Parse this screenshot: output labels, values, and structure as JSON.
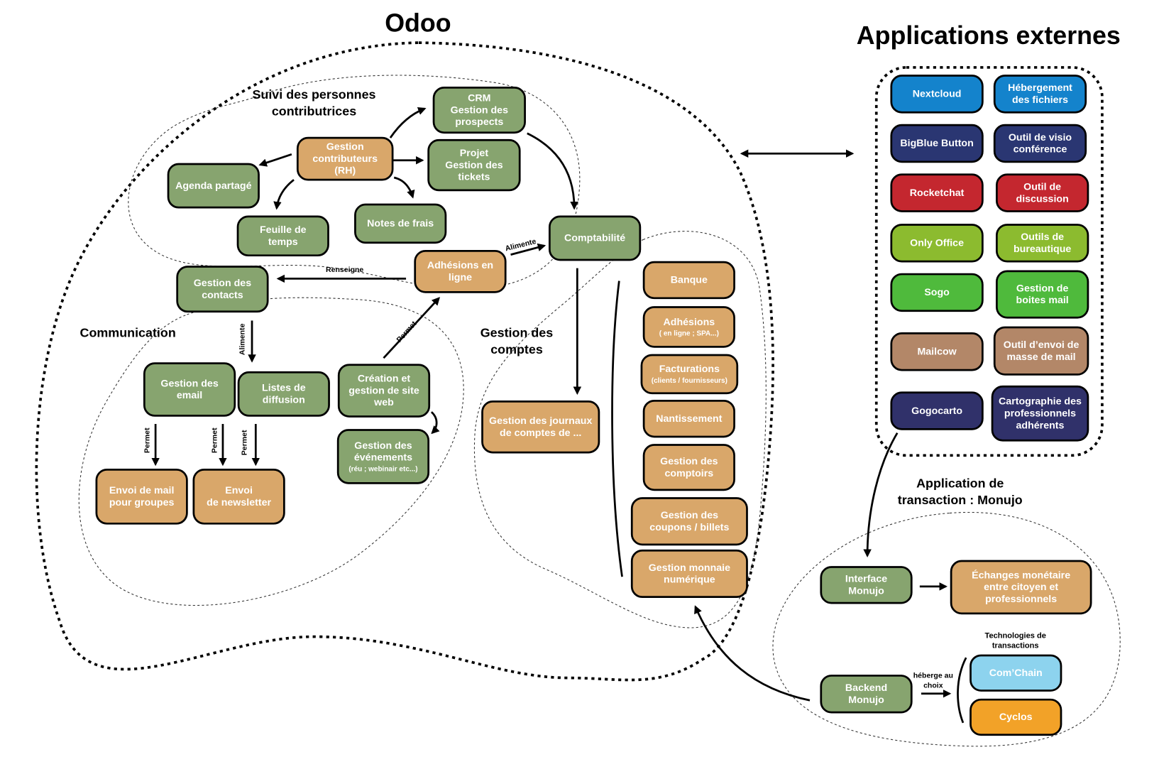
{
  "titles": {
    "odoo": "Odoo",
    "external": "Applications externes",
    "monujo": [
      "Application de",
      "transaction : Monujo"
    ]
  },
  "sections": {
    "suivi": [
      "Suivi des personnes",
      "contributrices"
    ],
    "communication": [
      "Communication"
    ],
    "comptes": [
      "Gestion des",
      "comptes"
    ],
    "technologies": [
      "Technologies de",
      "transactions"
    ]
  },
  "colors": {
    "green": "#87a46f",
    "orange": "#d9a76a",
    "blue": "#1483cc",
    "navy": "#2a3672",
    "red": "#c4272f",
    "lime": "#8cbb2f",
    "bright_green": "#4fba3c",
    "brown": "#b38768",
    "indigo": "#30316a",
    "sky": "#8dd3ee",
    "amber": "#f2a228"
  },
  "nodes": [
    {
      "id": "crm",
      "lines": [
        "CRM",
        "Gestion des",
        "prospects"
      ],
      "color": "green"
    },
    {
      "id": "gestion-contributeurs",
      "lines": [
        "Gestion",
        "contributeurs",
        "(RH)"
      ],
      "color": "orange"
    },
    {
      "id": "projet",
      "lines": [
        "Projet",
        "Gestion des",
        "tickets"
      ],
      "color": "green"
    },
    {
      "id": "agenda",
      "lines": [
        "Agenda partagé"
      ],
      "color": "green"
    },
    {
      "id": "feuille-temps",
      "lines": [
        "Feuille de",
        "temps"
      ],
      "color": "green"
    },
    {
      "id": "notes-frais",
      "lines": [
        "Notes de frais"
      ],
      "color": "green"
    },
    {
      "id": "comptabilite",
      "lines": [
        "Comptabilité"
      ],
      "color": "green"
    },
    {
      "id": "adhesions-ligne",
      "lines": [
        "Adhésions en",
        "ligne"
      ],
      "color": "orange"
    },
    {
      "id": "gestion-contacts",
      "lines": [
        "Gestion des",
        "contacts"
      ],
      "color": "green"
    },
    {
      "id": "gestion-email",
      "lines": [
        "Gestion des",
        "email"
      ],
      "color": "green"
    },
    {
      "id": "listes-diffusion",
      "lines": [
        "Listes de",
        "diffusion"
      ],
      "color": "green"
    },
    {
      "id": "site-web",
      "lines": [
        "Création et",
        "gestion de site",
        "web"
      ],
      "color": "green"
    },
    {
      "id": "evenements",
      "lines": [
        "Gestion des",
        "événements"
      ],
      "sub": "(réu ; webinair etc...)",
      "color": "green"
    },
    {
      "id": "envoi-mail",
      "lines": [
        "Envoi de mail",
        "pour groupes"
      ],
      "color": "orange"
    },
    {
      "id": "newsletter",
      "lines": [
        "Envoi",
        "de newsletter"
      ],
      "color": "orange"
    },
    {
      "id": "journaux",
      "lines": [
        "Gestion des journaux",
        "de comptes de ..."
      ],
      "color": "orange"
    },
    {
      "id": "banque",
      "lines": [
        "Banque"
      ],
      "color": "orange"
    },
    {
      "id": "adhesions",
      "lines": [
        "Adhésions"
      ],
      "sub": "( en ligne ; SPA...)",
      "color": "orange"
    },
    {
      "id": "facturations",
      "lines": [
        "Facturations"
      ],
      "sub": "(clients / fournisseurs)",
      "color": "orange"
    },
    {
      "id": "nantissement",
      "lines": [
        "Nantissement"
      ],
      "color": "orange"
    },
    {
      "id": "comptoirs",
      "lines": [
        "Gestion des",
        "comptoirs"
      ],
      "color": "orange"
    },
    {
      "id": "coupons",
      "lines": [
        "Gestion des",
        "coupons / billets"
      ],
      "color": "orange"
    },
    {
      "id": "monnaie",
      "lines": [
        "Gestion monnaie",
        "numérique"
      ],
      "color": "orange"
    },
    {
      "id": "nextcloud",
      "lines": [
        "Nextcloud"
      ],
      "color": "blue"
    },
    {
      "id": "hebergement",
      "lines": [
        "Hébergement",
        "des fichiers"
      ],
      "color": "blue"
    },
    {
      "id": "bigbluebutton",
      "lines": [
        "BigBlue Button"
      ],
      "color": "navy"
    },
    {
      "id": "visio",
      "lines": [
        "Outil de visio",
        "conférence"
      ],
      "color": "navy"
    },
    {
      "id": "rocketchat",
      "lines": [
        "Rocketchat"
      ],
      "color": "red"
    },
    {
      "id": "discussion",
      "lines": [
        "Outil de",
        "discussion"
      ],
      "color": "red"
    },
    {
      "id": "onlyoffice",
      "lines": [
        "Only Office"
      ],
      "color": "lime"
    },
    {
      "id": "bureautique",
      "lines": [
        "Outils de",
        "bureautique"
      ],
      "color": "lime"
    },
    {
      "id": "sogo",
      "lines": [
        "Sogo"
      ],
      "color": "bright_green"
    },
    {
      "id": "boites-mail",
      "lines": [
        "Gestion de",
        "boites mail"
      ],
      "color": "bright_green"
    },
    {
      "id": "mailcow",
      "lines": [
        "Mailcow"
      ],
      "color": "brown"
    },
    {
      "id": "envoi-masse",
      "lines": [
        "Outil d’envoi de",
        "masse de mail"
      ],
      "color": "brown"
    },
    {
      "id": "gogocarto",
      "lines": [
        "Gogocarto"
      ],
      "color": "indigo"
    },
    {
      "id": "cartographie",
      "lines": [
        "Cartographie des",
        "professionnels",
        "adhérents"
      ],
      "color": "indigo"
    },
    {
      "id": "interface-monujo",
      "lines": [
        "Interface",
        "Monujo"
      ],
      "color": "green"
    },
    {
      "id": "echanges",
      "lines": [
        "Échanges monétaire",
        "entre citoyen et",
        "professionnels"
      ],
      "color": "orange"
    },
    {
      "id": "backend-monujo",
      "lines": [
        "Backend",
        "Monujo"
      ],
      "color": "green"
    },
    {
      "id": "comchain",
      "lines": [
        "Com’Chain"
      ],
      "color": "sky"
    },
    {
      "id": "cyclos",
      "lines": [
        "Cyclos"
      ],
      "color": "amber"
    }
  ],
  "edge_labels": {
    "alimente_compta": "Alimente",
    "renseigne": "Renseigne",
    "alimente_listes": "Alimente",
    "permet_adhesions": "Permet",
    "permet_1": "Permet",
    "permet_2": "Permet",
    "permet_3": "Permet",
    "heberge": [
      "héberge au",
      "choix"
    ]
  }
}
